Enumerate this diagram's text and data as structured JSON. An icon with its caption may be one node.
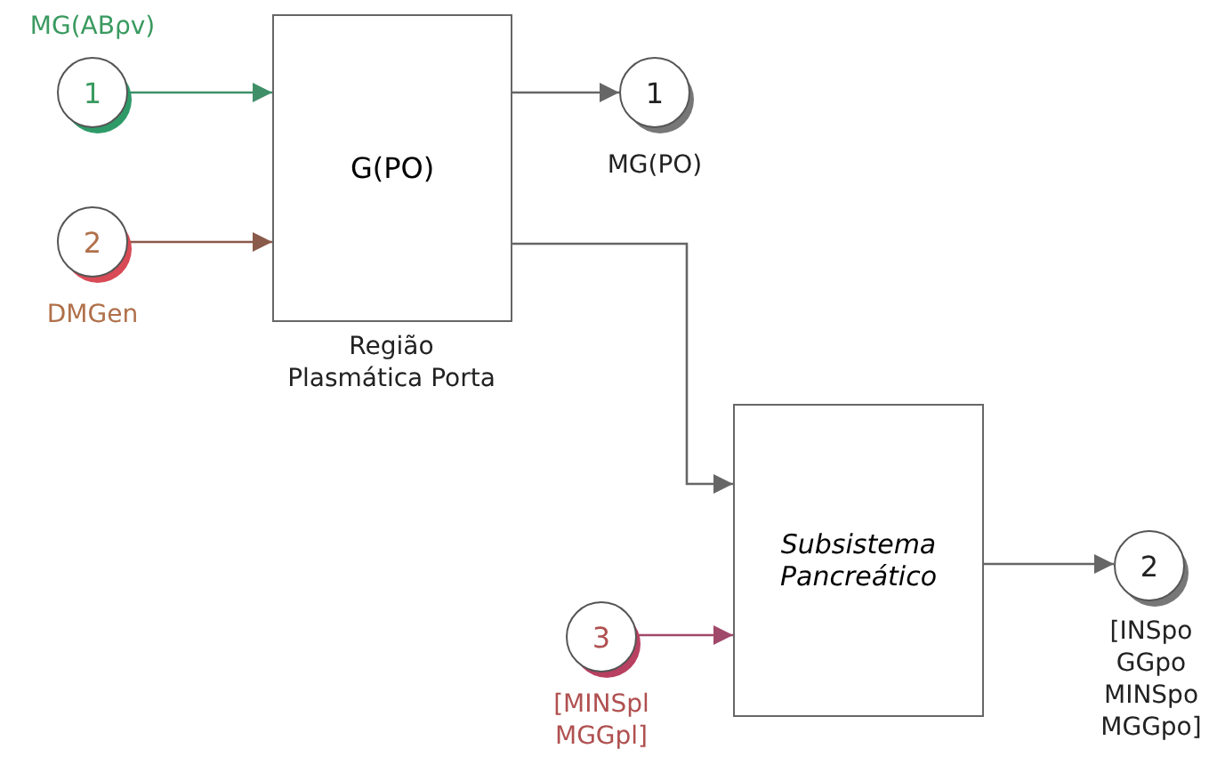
{
  "diagram": {
    "nodes": [
      {
        "text": [
          "1"
        ],
        "beside": [
          "MG(ABρv)"
        ]
      },
      {
        "text": [
          "2"
        ],
        "beside": [
          "DMGen"
        ]
      },
      {
        "text": [
          "G(PO)"
        ],
        "beside": [
          "Região Plasmática Porta"
        ]
      },
      {
        "text": [
          "1"
        ],
        "beside": [
          "MG(PO)"
        ]
      },
      {
        "text": [
          "Subsistema Pancreático"
        ]
      },
      {
        "text": [
          "3"
        ],
        "beside": [
          "[MINSpl MGGpl]"
        ]
      },
      {
        "text": [
          "2"
        ],
        "beside": [
          "[INSpo GGpo MINSpo MGGpo]"
        ]
      }
    ],
    "edges": [
      {
        "from": 0,
        "to": 2,
        "arrow": "to",
        "color": "#3f8f68"
      },
      {
        "from": 1,
        "to": 2,
        "arrow": "to",
        "color": "#8a5a4a"
      },
      {
        "from": 2,
        "to": 3,
        "arrow": "to"
      },
      {
        "from": 2,
        "to": 4,
        "arrow": "to"
      },
      {
        "from": 5,
        "to": 4,
        "arrow": "to",
        "color": "#a0486a"
      },
      {
        "from": 4,
        "to": 6,
        "arrow": "to"
      }
    ]
  }
}
